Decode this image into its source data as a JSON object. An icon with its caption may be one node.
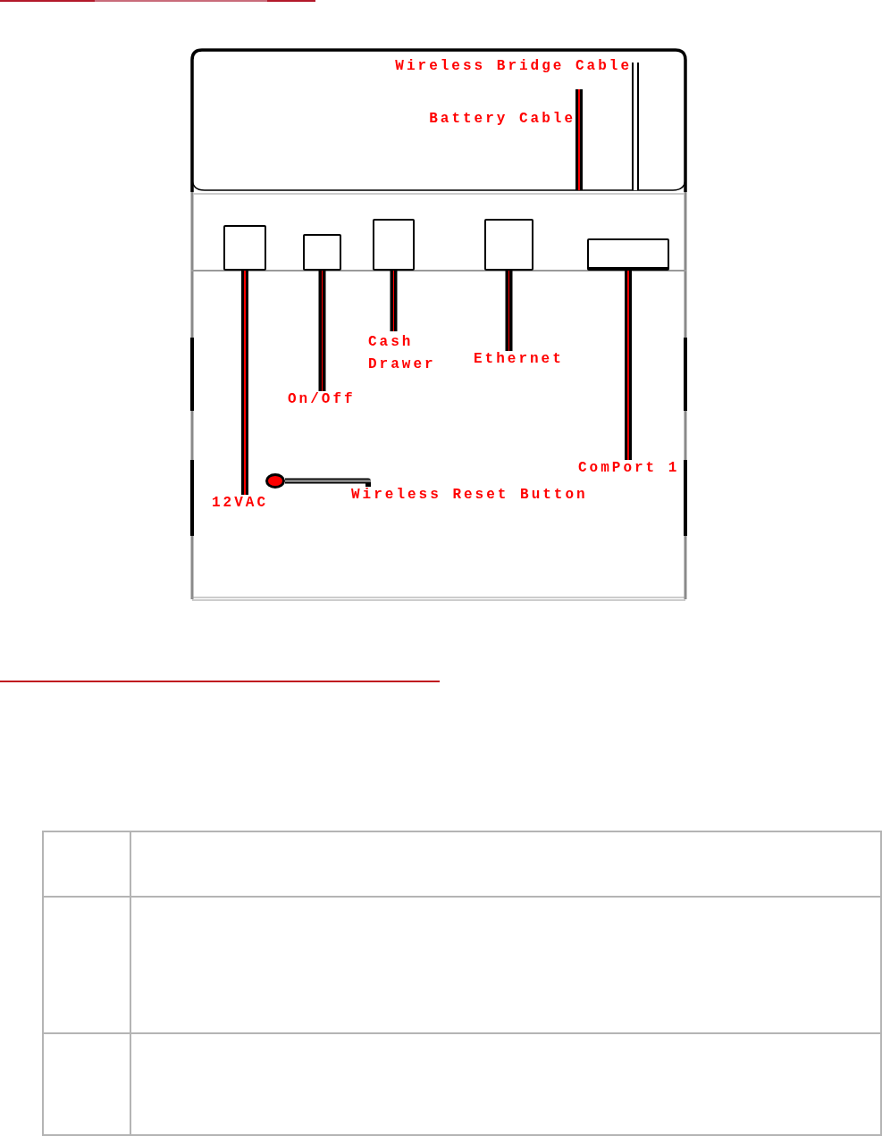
{
  "diagram": {
    "nodes": [
      {
        "text": [
          "Wireless Bridge Cable"
        ]
      },
      {
        "text": [
          "Battery Cable"
        ]
      },
      {
        "text": [],
        "shape": "box"
      },
      {
        "text": [],
        "shape": "box"
      },
      {
        "text": [],
        "shape": "box"
      },
      {
        "text": [],
        "shape": "box"
      },
      {
        "text": [],
        "shape": "box"
      },
      {
        "text": [
          "Cash Drawer"
        ]
      },
      {
        "text": [
          "Ethernet"
        ]
      },
      {
        "text": [
          "On/Off"
        ]
      },
      {
        "text": [
          "ComPort 1"
        ]
      },
      {
        "text": [],
        "shape": "circle"
      },
      {
        "text": [
          "12VAC"
        ]
      },
      {
        "text": [
          "Wireless Reset Button"
        ]
      }
    ],
    "edges": [
      {
        "from": 0,
        "to": null,
        "arrow": "none",
        "color": "#ffffff"
      },
      {
        "from": 1,
        "to": null,
        "arrow": "none"
      },
      {
        "from": 12,
        "to": 2,
        "arrow": "none"
      },
      {
        "from": 9,
        "to": 3,
        "arrow": "none"
      },
      {
        "from": 7,
        "to": 4,
        "arrow": "none"
      },
      {
        "from": 8,
        "to": 5,
        "arrow": "none"
      },
      {
        "from": 10,
        "to": 6,
        "arrow": "none"
      },
      {
        "from": 13,
        "to": 11,
        "arrow": "none",
        "color": "#808080"
      }
    ]
  }
}
